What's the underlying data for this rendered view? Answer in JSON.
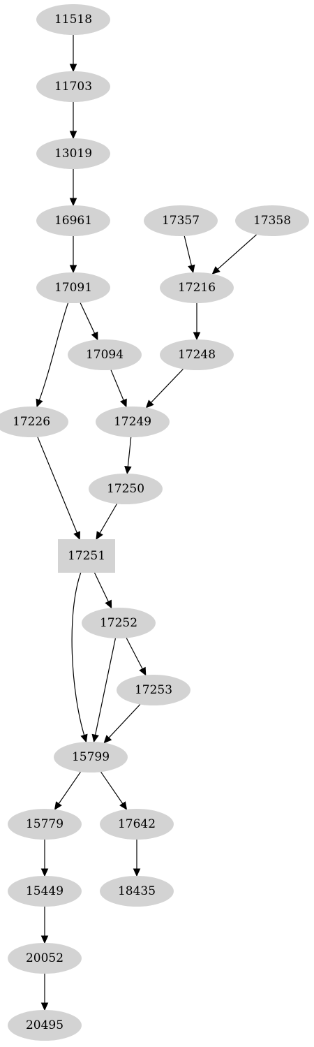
{
  "graph": {
    "nodes": [
      {
        "id": "n11518",
        "label": "11518",
        "shape": "ellipse"
      },
      {
        "id": "n11703",
        "label": "11703",
        "shape": "ellipse"
      },
      {
        "id": "n13019",
        "label": "13019",
        "shape": "ellipse"
      },
      {
        "id": "n16961",
        "label": "16961",
        "shape": "ellipse"
      },
      {
        "id": "n17091",
        "label": "17091",
        "shape": "ellipse"
      },
      {
        "id": "n17357",
        "label": "17357",
        "shape": "ellipse"
      },
      {
        "id": "n17358",
        "label": "17358",
        "shape": "ellipse"
      },
      {
        "id": "n17216",
        "label": "17216",
        "shape": "ellipse"
      },
      {
        "id": "n17094",
        "label": "17094",
        "shape": "ellipse"
      },
      {
        "id": "n17248",
        "label": "17248",
        "shape": "ellipse"
      },
      {
        "id": "n17226",
        "label": "17226",
        "shape": "ellipse"
      },
      {
        "id": "n17249",
        "label": "17249",
        "shape": "ellipse"
      },
      {
        "id": "n17250",
        "label": "17250",
        "shape": "ellipse"
      },
      {
        "id": "n17251",
        "label": "17251",
        "shape": "box"
      },
      {
        "id": "n17252",
        "label": "17252",
        "shape": "ellipse"
      },
      {
        "id": "n17253",
        "label": "17253",
        "shape": "ellipse"
      },
      {
        "id": "n15799",
        "label": "15799",
        "shape": "ellipse"
      },
      {
        "id": "n15779",
        "label": "15779",
        "shape": "ellipse"
      },
      {
        "id": "n17642",
        "label": "17642",
        "shape": "ellipse"
      },
      {
        "id": "n15449",
        "label": "15449",
        "shape": "ellipse",
        "highlight": true
      },
      {
        "id": "n18435",
        "label": "18435",
        "shape": "ellipse"
      },
      {
        "id": "n20052",
        "label": "20052",
        "shape": "ellipse"
      },
      {
        "id": "n20495",
        "label": "20495",
        "shape": "ellipse"
      }
    ],
    "edges": [
      {
        "from": "n11518",
        "to": "n11703"
      },
      {
        "from": "n11703",
        "to": "n13019"
      },
      {
        "from": "n13019",
        "to": "n16961"
      },
      {
        "from": "n16961",
        "to": "n17091"
      },
      {
        "from": "n17357",
        "to": "n17216"
      },
      {
        "from": "n17358",
        "to": "n17216"
      },
      {
        "from": "n17091",
        "to": "n17094"
      },
      {
        "from": "n17091",
        "to": "n17226"
      },
      {
        "from": "n17216",
        "to": "n17248"
      },
      {
        "from": "n17094",
        "to": "n17249"
      },
      {
        "from": "n17248",
        "to": "n17249"
      },
      {
        "from": "n17249",
        "to": "n17250"
      },
      {
        "from": "n17226",
        "to": "n17251"
      },
      {
        "from": "n17250",
        "to": "n17251"
      },
      {
        "from": "n17251",
        "to": "n17252"
      },
      {
        "from": "n17251",
        "to": "n15799"
      },
      {
        "from": "n17252",
        "to": "n17253"
      },
      {
        "from": "n17252",
        "to": "n15799"
      },
      {
        "from": "n17253",
        "to": "n15799"
      },
      {
        "from": "n15799",
        "to": "n15779"
      },
      {
        "from": "n15799",
        "to": "n17642"
      },
      {
        "from": "n15779",
        "to": "n15449"
      },
      {
        "from": "n17642",
        "to": "n18435"
      },
      {
        "from": "n15449",
        "to": "n20052"
      },
      {
        "from": "n20052",
        "to": "n20495"
      }
    ]
  },
  "colors": {
    "node_fill": "#d3d3d3",
    "highlight_fill": "#ffc0cb",
    "edge": "#000000",
    "background": "#ffffff"
  }
}
